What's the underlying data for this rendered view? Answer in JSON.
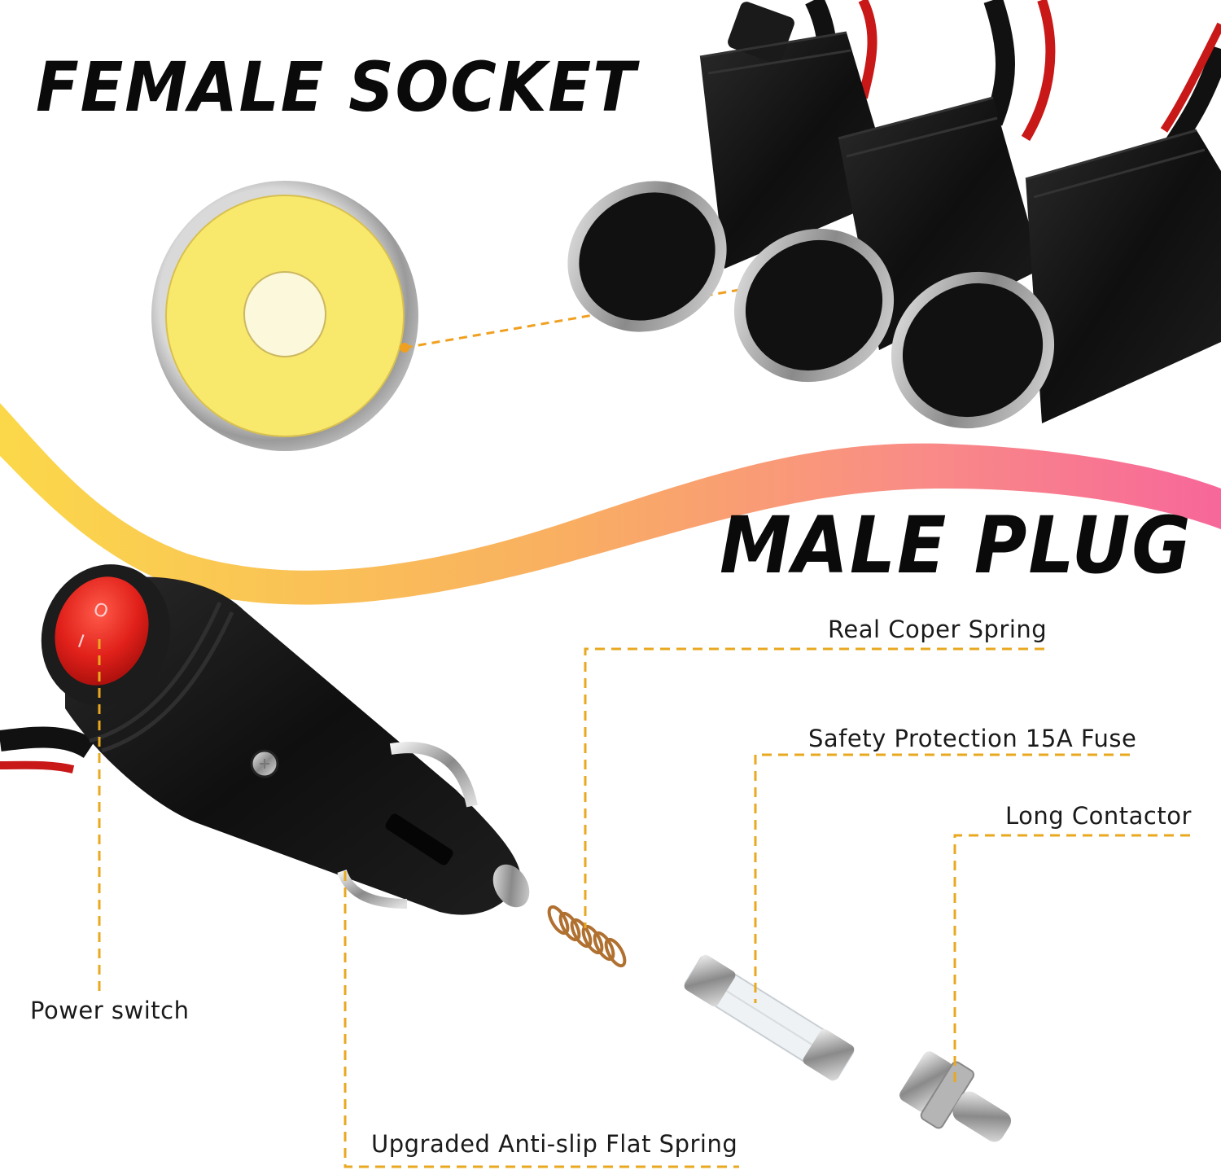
{
  "headings": {
    "female_socket": "FEMALE SOCKET",
    "male_plug": "MALE PLUG"
  },
  "callouts": {
    "real_coper_spring": "Real Coper Spring",
    "safety_fuse": "Safety Protection 15A Fuse",
    "long_contactor": "Long Contactor",
    "power_switch": "Power switch",
    "flat_spring": "Upgraded Anti-slip Flat Spring"
  },
  "switch_marks": {
    "off": "O",
    "on": "I"
  },
  "colors": {
    "callout_line": "#E8A820",
    "wave_start": "#FBD84A",
    "wave_mid": "#F9A070",
    "wave_end": "#F7679A",
    "socket_yellow": "#F8E86C",
    "socket_center": "#FCF8DC",
    "switch_red": "#E0201A",
    "body_black": "#151515"
  }
}
